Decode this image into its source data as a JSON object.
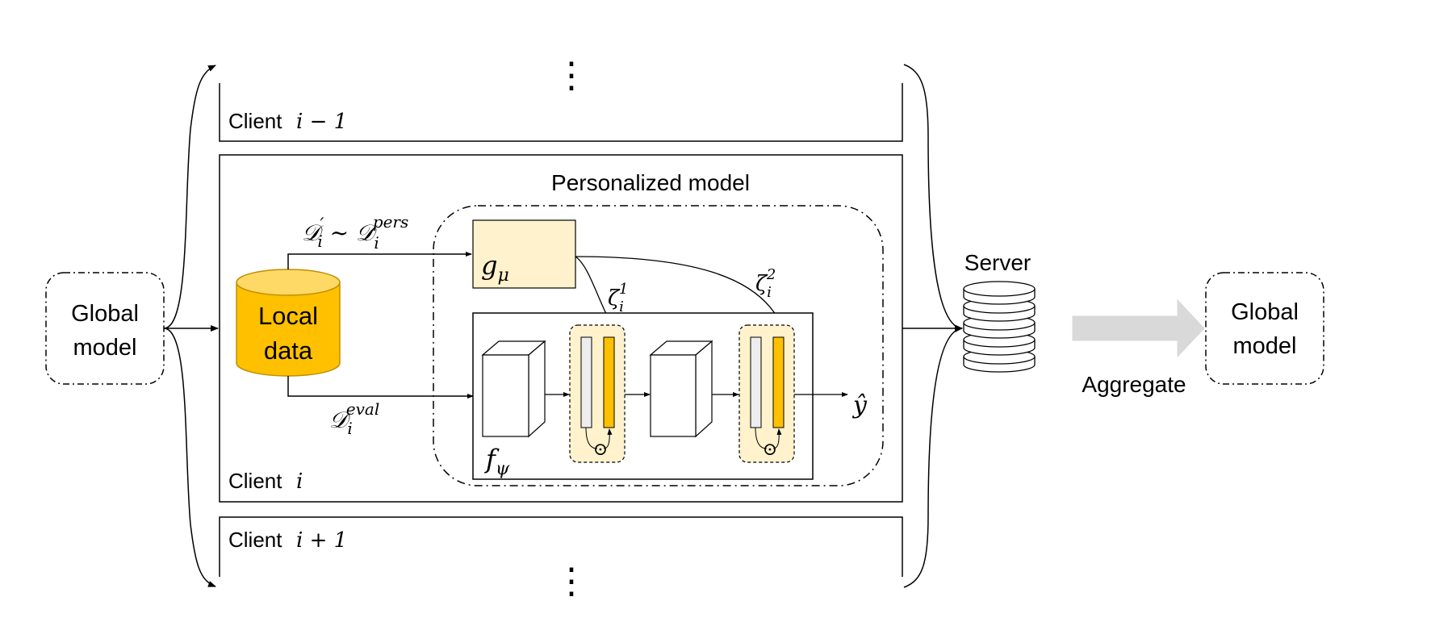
{
  "global_model_left": {
    "line1": "Global",
    "line2": "model"
  },
  "global_model_right": {
    "line1": "Global",
    "line2": "model"
  },
  "server": {
    "label": "Server"
  },
  "aggregate": {
    "label": "Aggregate"
  },
  "client_prev": {
    "label": "Client",
    "math": "i − 1"
  },
  "client_curr": {
    "label": "Client",
    "math": "i"
  },
  "client_next": {
    "label": "Client",
    "math": "i + 1"
  },
  "ellipsis": "⋮",
  "personalized_model": {
    "title": "Personalized model"
  },
  "local_data": {
    "line1": "Local",
    "line2": "data"
  },
  "hypernetwork": {
    "symbol": "g",
    "subscript": "μ"
  },
  "backbone": {
    "symbol": "f",
    "subscript": "ψ"
  },
  "data_pers": {
    "d": "𝒟",
    "prime": "′",
    "sub": "i",
    "sim": " ~ ",
    "sup": "pers"
  },
  "data_eval": {
    "d": "𝒟",
    "sub": "i",
    "sup": "eval"
  },
  "zeta1": {
    "symbol": "ζ",
    "sub": "i",
    "sup": "1"
  },
  "zeta2": {
    "symbol": "ζ",
    "sub": "i",
    "sup": "2"
  },
  "output": {
    "symbol": "ŷ"
  },
  "odot": "⊙",
  "colors": {
    "accent_orange": "#FFC000",
    "light_cream": "#FFF2CC",
    "gray_arrow": "#D9D9D9",
    "line": "#000000"
  }
}
